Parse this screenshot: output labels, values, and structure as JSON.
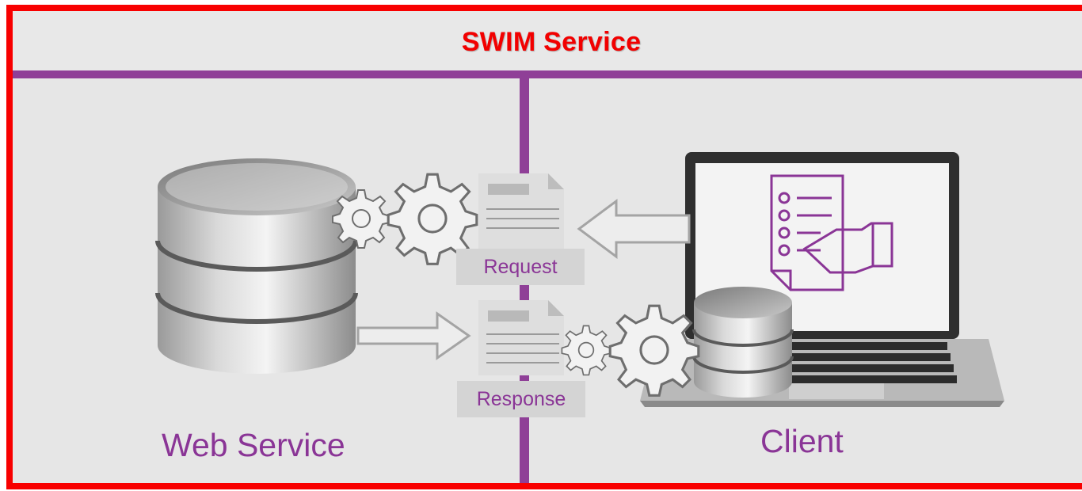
{
  "header": {
    "title": "SWIM Service"
  },
  "sections": {
    "left_label": "Web Service",
    "right_label": "Client"
  },
  "messages": {
    "request_label": "Request",
    "response_label": "Response"
  },
  "colors": {
    "border": "#f80000",
    "divider": "#8f3f97",
    "label": "#8a3596",
    "background": "#e6e6e6"
  },
  "icons": [
    "database-icon",
    "gear-icon",
    "document-icon",
    "arrow-icon",
    "laptop-icon",
    "checklist-icon"
  ]
}
